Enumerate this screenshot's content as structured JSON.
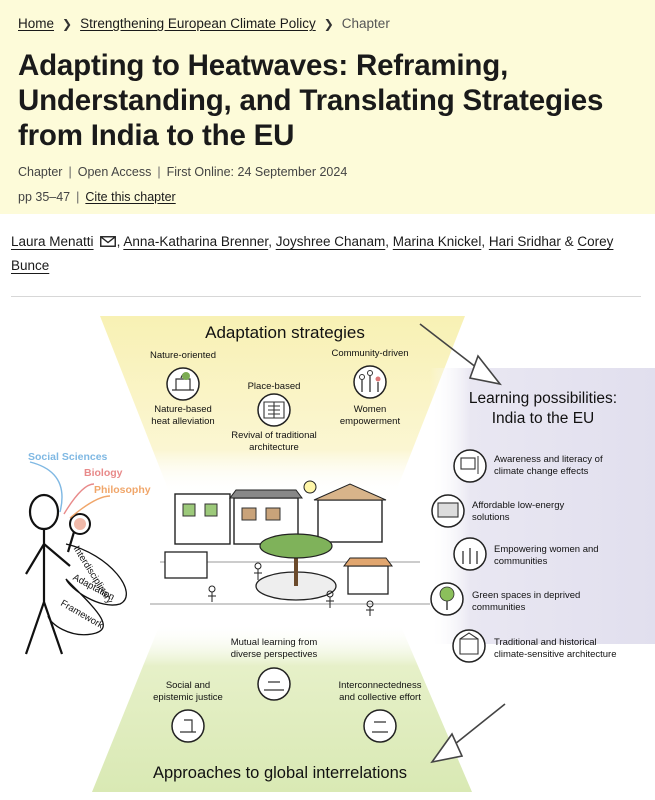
{
  "breadcrumb": {
    "home": "Home",
    "book": "Strengthening European Climate Policy",
    "current": "Chapter"
  },
  "chapter": {
    "title_line1": "Adapting to Heatwaves: Reframing,",
    "title_line2": "Understanding, and Translating Strategies",
    "title_line3": "from India to the EU",
    "type": "Chapter",
    "access": "Open Access",
    "first_online": "First Online: 24 September 2024",
    "pages": "pp 35–47",
    "cite_link": "Cite this chapter"
  },
  "authors": {
    "a1": "Laura Menatti",
    "a2": "Anna-Katharina Brenner",
    "a3": "Joyshree Chanam",
    "a4": "Marina Knickel",
    "a5": "Hari Sridhar",
    "a6_line1": "Corey",
    "a6_line2": "Bunce",
    "ampersand": "&"
  },
  "figure": {
    "strategies_title": "Adaptation strategies",
    "nature_oriented": "Nature-oriented",
    "nature_based_1": "Nature-based",
    "nature_based_2": "heat alleviation",
    "place_based": "Place-based",
    "revival_1": "Revival of traditional",
    "revival_2": "architecture",
    "community_driven": "Community-driven",
    "women_1": "Women",
    "women_2": "empowerment",
    "learning_title_1": "Learning possibilities:",
    "learning_title_2": "India to the EU",
    "learn_items": [
      {
        "l1": "Awareness and literacy of",
        "l2": "climate change effects"
      },
      {
        "l1": "Affordable low-energy",
        "l2": "solutions"
      },
      {
        "l1": "Empowering women and",
        "l2": "communities"
      },
      {
        "l1": "Green spaces in deprived",
        "l2": "communities"
      },
      {
        "l1": "Traditional and historical",
        "l2": "climate-sensitive architecture"
      }
    ],
    "disc_social": "Social Sciences",
    "disc_biology": "Biology",
    "disc_philosophy": "Philosophy",
    "ribbon_1": "Interdisciplinary",
    "ribbon_2": "Adaptation",
    "ribbon_3": "Framework",
    "mutual_1": "Mutual learning from",
    "mutual_2": "diverse perspectives",
    "justice_1": "Social and",
    "justice_2": "epistemic justice",
    "inter_1": "Interconnectedness",
    "inter_2": "and collective effort",
    "approaches_title": "Approaches to global interrelations"
  },
  "colors": {
    "header_bg": "#fdfbd9",
    "funnel_top": "#f8f1b4",
    "learning_panel": "#e4e2ef",
    "funnel_bottom": "#d9e9b4",
    "social_sciences": "#7fb8e3",
    "biology": "#e88a8a",
    "philosophy": "#f0a66a"
  }
}
